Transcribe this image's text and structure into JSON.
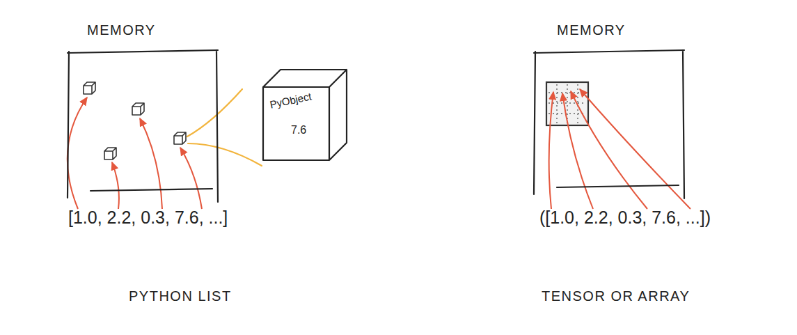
{
  "diagram": {
    "nodes": [
      {
        "text": [
          "MEMORY"
        ]
      },
      {
        "text": [
          "PyObject",
          "7.6"
        ]
      },
      {
        "text": [
          "MEMORY"
        ]
      }
    ],
    "labels": [
      "[1.0, 2.2, 0.3, 7.6, ...]",
      "PYTHON LIST",
      "([1.0, 2.2, 0.3, 7.6, ...])",
      "TENSOR OR ARRAY"
    ]
  }
}
